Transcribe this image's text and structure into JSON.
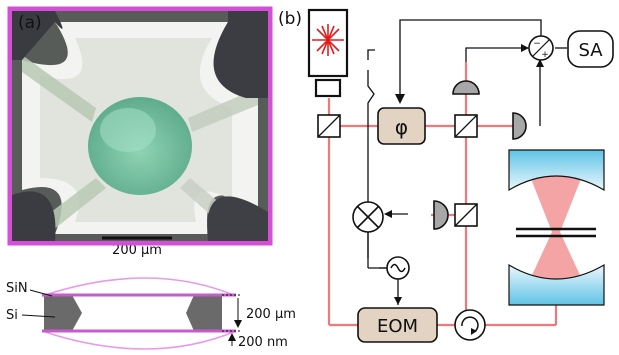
{
  "panel_a": {
    "label": "(a)",
    "scale_bar": "200 µm",
    "cross_section": {
      "sin_label": "SiN",
      "si_label": "Si",
      "thickness_label": "200 µm",
      "membrane_label": "200 nm"
    }
  },
  "panel_b": {
    "label": "(b)",
    "phase_symbol": "φ",
    "eom_label": "EOM",
    "sa_label": "SA",
    "colors": {
      "beam": "#f07878",
      "box_fill": "#e2d3c2",
      "detector": "#a7a7a7",
      "mirror": "#9fdcf0",
      "cavity_mode": "#f4a4a4",
      "frame": "#d24fd6"
    },
    "icons": [
      "laser-icon",
      "beam-splitter-icon",
      "photodetector-icon",
      "mixer-icon",
      "oscillator-icon",
      "circulator-icon",
      "subtractor-icon",
      "cavity-mirror-icon",
      "membrane-icon"
    ]
  }
}
